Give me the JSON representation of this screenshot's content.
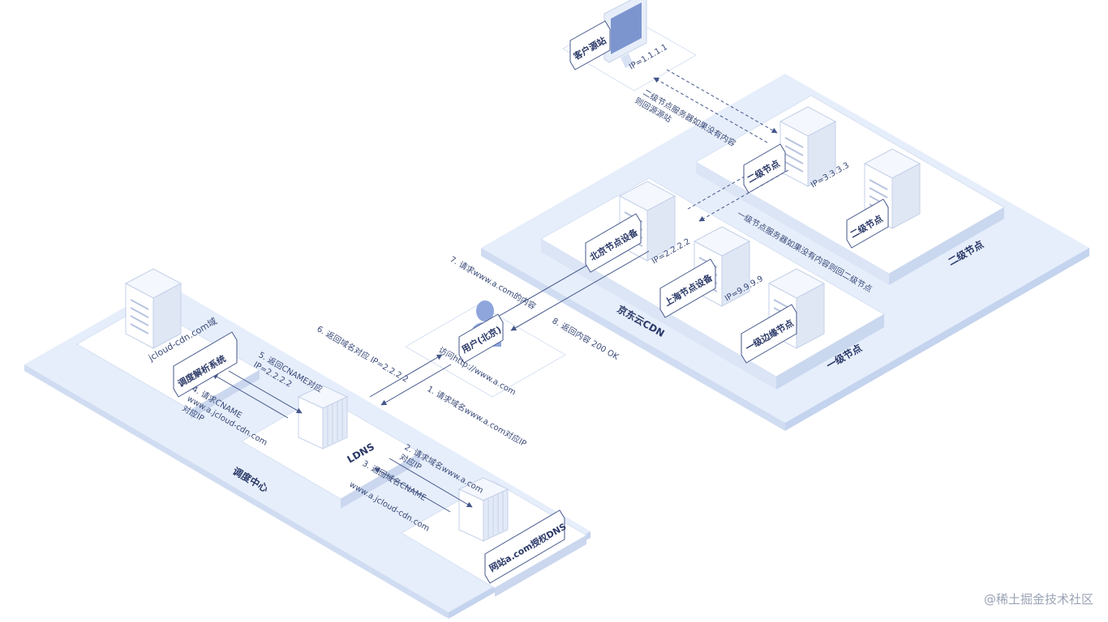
{
  "colors": {
    "region_light": "#e6eefb",
    "region_mid": "#d4e0f4",
    "panel": "#ffffff",
    "edge": "#bcc9e3",
    "text": "#2b3968",
    "arrow": "#44568a"
  },
  "regions": {
    "scheduling_center": "调度中心",
    "jd_cdn": "京东云CDN",
    "level1_nodes": "一级节点",
    "level2_nodes": "二级节点"
  },
  "nodes": {
    "origin_site": "客户源站",
    "origin_ip": "IP=1.1.1.1",
    "level2_node_a": "二级节点",
    "level2_node_a_ip": "IP=3.3.3.3",
    "level2_node_b": "二级节点",
    "beijing_node": "北京节点设备",
    "beijing_ip": "IP=2.2.2.2",
    "shanghai_node": "上海节点设备",
    "shanghai_ip": "IP=9.9.9.9",
    "edge_node": "一级边缘节点",
    "user": "用户(北京)",
    "user_visit": "访问http://www.a.com",
    "dispatch_system": "调度解析系统",
    "dispatch_domain": "jcloud-cdn.com域",
    "ldns": "LDNS",
    "auth_dns": "网站a.com授权DNS"
  },
  "flows": {
    "step1": "1. 请求域名www.a.com对应IP",
    "step2a": "2. 请求域名www.a.com",
    "step2b": "对应IP",
    "step3a": "3. 返回域名CNAME",
    "step3b": "www.a.jcloud-cdn.com",
    "step4a": "4. 请求CNAME",
    "step4b": "www.a.jcloud-cdn.com",
    "step4c": "对应IP",
    "step5a": "5. 返回CNAME对应",
    "step5b": "IP=2.2.2.2",
    "step6": "6. 返回域名对应 IP=2.2.2.2",
    "step7": "7. 请求www.a.com的内容",
    "step8": "8. 返回内容 200 OK",
    "back_to_level2": "一级节点服务器如果没有内容则回二级节点",
    "back_to_origin_a": "二级节点服务器如果没有内容",
    "back_to_origin_b": "则回源源站"
  },
  "watermark": "@稀土掘金技术社区"
}
